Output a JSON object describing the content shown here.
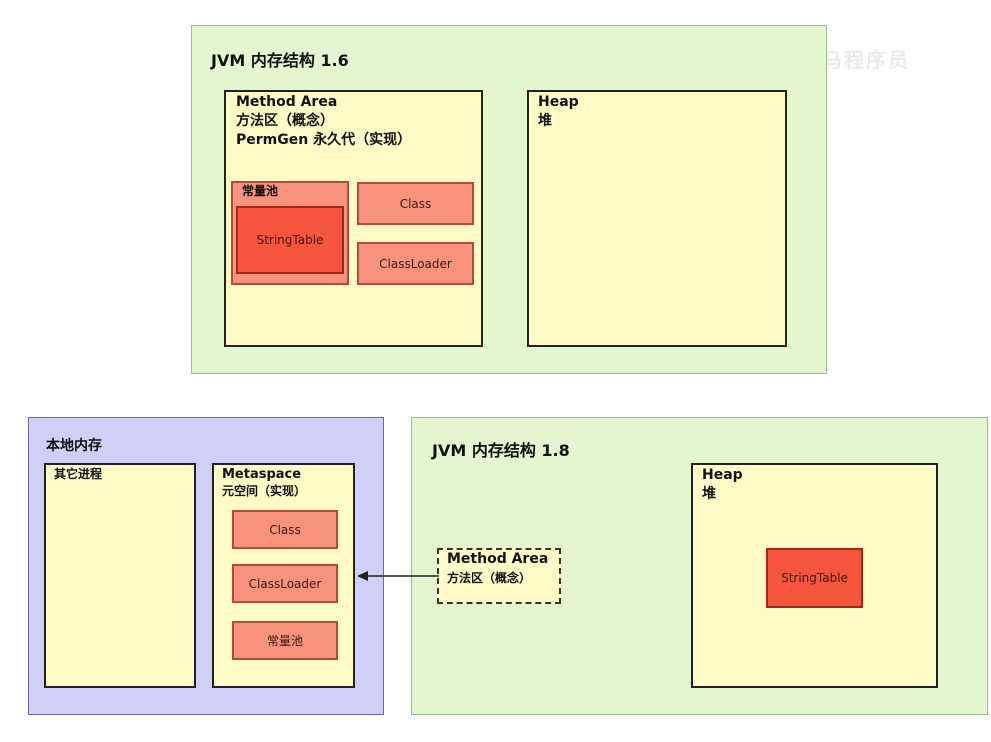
{
  "watermark": "黑马程序员",
  "jvm16": {
    "title": "JVM 内存结构 1.6",
    "method_area": {
      "line1": "Method Area",
      "line2": "方法区（概念）",
      "line3": "PermGen 永久代（实现）",
      "constant_pool": "常量池",
      "string_table": "StringTable",
      "class": "Class",
      "classloader": "ClassLoader"
    },
    "heap": {
      "line1": "Heap",
      "line2": "堆"
    }
  },
  "native": {
    "title": "本地内存",
    "other": "其它进程",
    "metaspace": {
      "line1": "Metaspace",
      "line2": "元空间（实现）",
      "class": "Class",
      "classloader": "ClassLoader",
      "constant_pool": "常量池"
    }
  },
  "jvm18": {
    "title": "JVM 内存结构 1.8",
    "method_area": {
      "line1": "Method Area",
      "line2": "方法区（概念）"
    },
    "heap": {
      "line1": "Heap",
      "line2": "堆",
      "string_table": "StringTable"
    }
  }
}
